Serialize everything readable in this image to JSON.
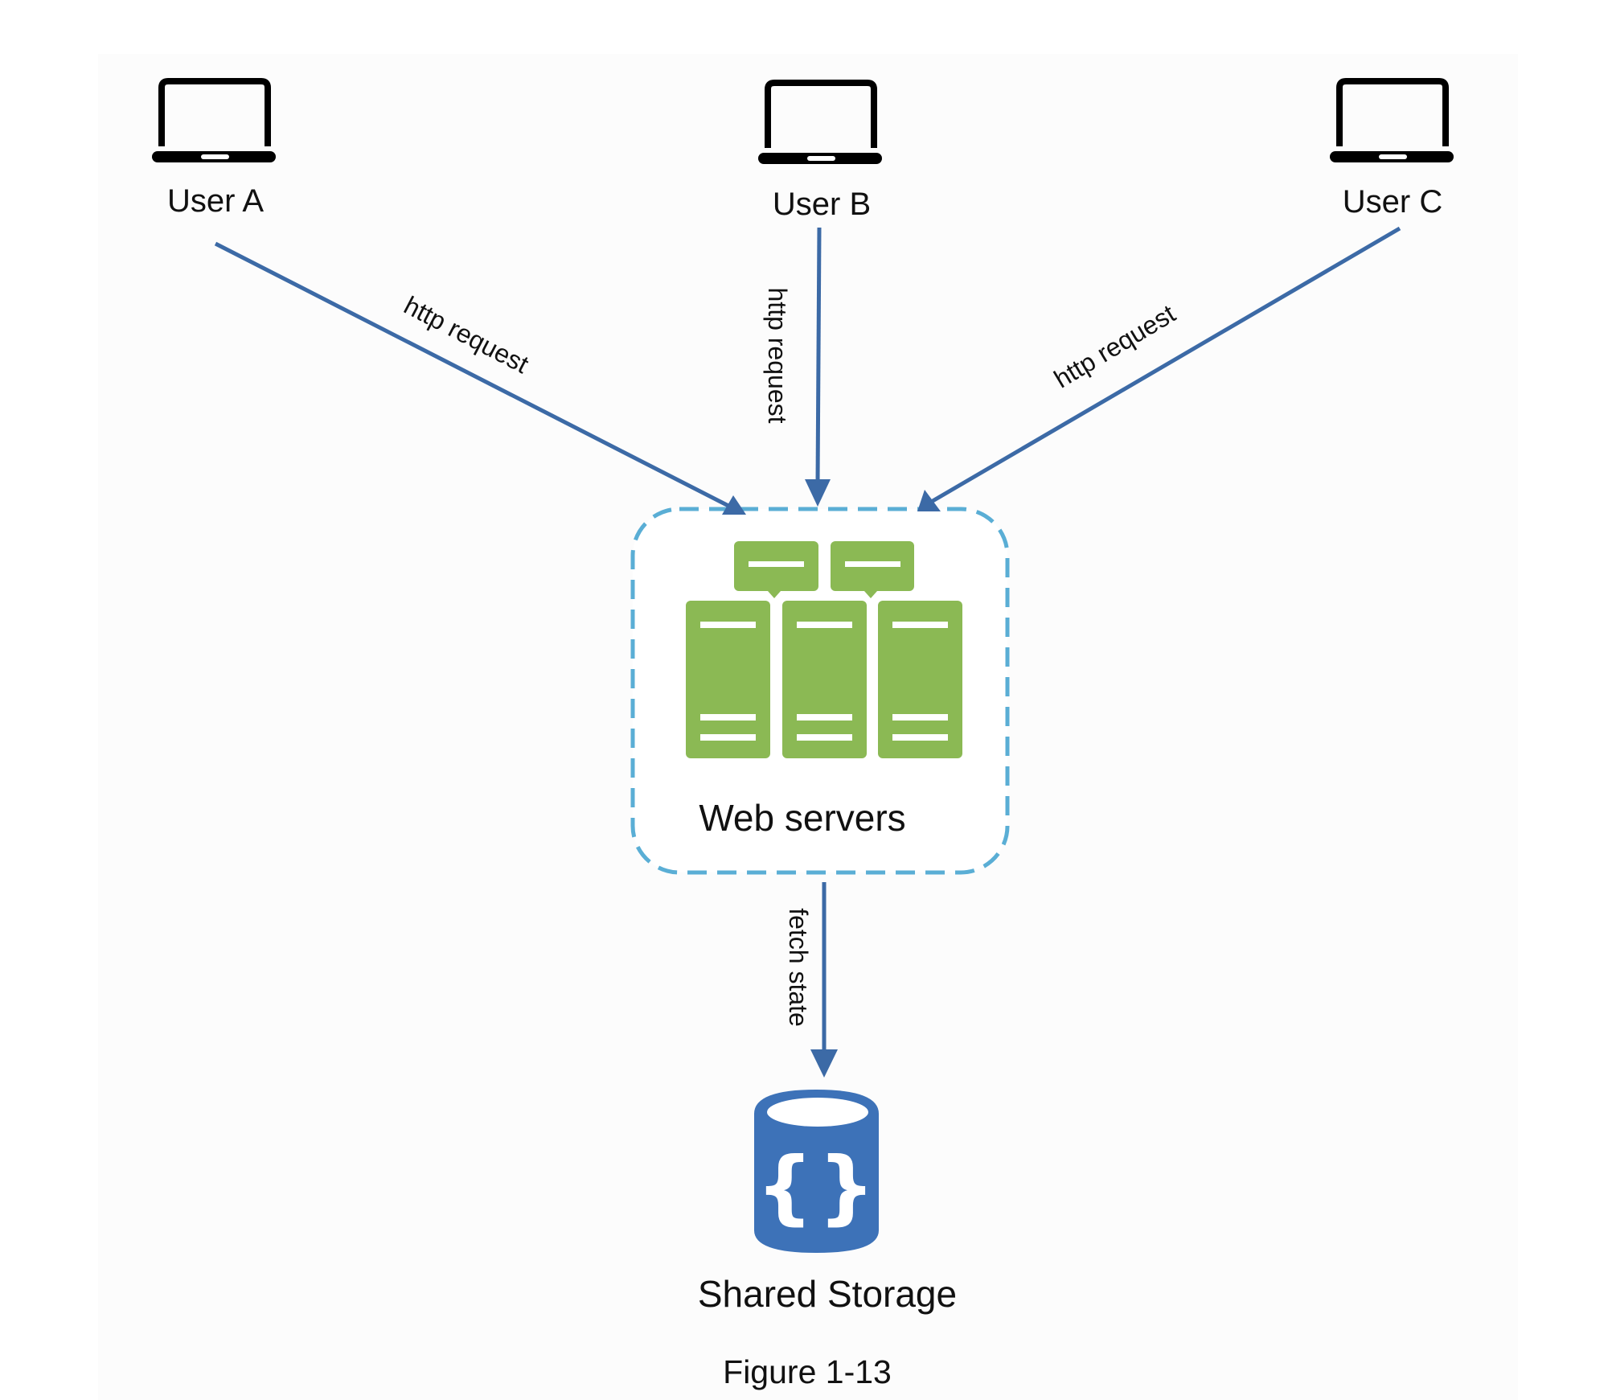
{
  "figure": {
    "caption": "Figure 1-13",
    "colors": {
      "arrow": "#3c6aa6",
      "server_green": "#8bb954",
      "group_border": "#5aaed5",
      "storage_blue": "#3d72b8",
      "laptop": "#000000",
      "text": "#111111"
    }
  },
  "nodes": {
    "users": [
      {
        "id": "user-a",
        "label": "User A",
        "icon": "laptop-icon"
      },
      {
        "id": "user-b",
        "label": "User B",
        "icon": "laptop-icon"
      },
      {
        "id": "user-c",
        "label": "User C",
        "icon": "laptop-icon"
      }
    ],
    "web_servers": {
      "label": "Web servers",
      "icon": "server-cluster-icon",
      "server_count": 5,
      "group_style": "dashed"
    },
    "storage": {
      "label": "Shared Storage",
      "icon": "database-json-icon"
    }
  },
  "edges": [
    {
      "from": "user-a",
      "to": "web_servers",
      "label": "http request"
    },
    {
      "from": "user-b",
      "to": "web_servers",
      "label": "http request"
    },
    {
      "from": "user-c",
      "to": "web_servers",
      "label": "http request"
    },
    {
      "from": "web_servers",
      "to": "storage",
      "label": "fetch state"
    }
  ]
}
